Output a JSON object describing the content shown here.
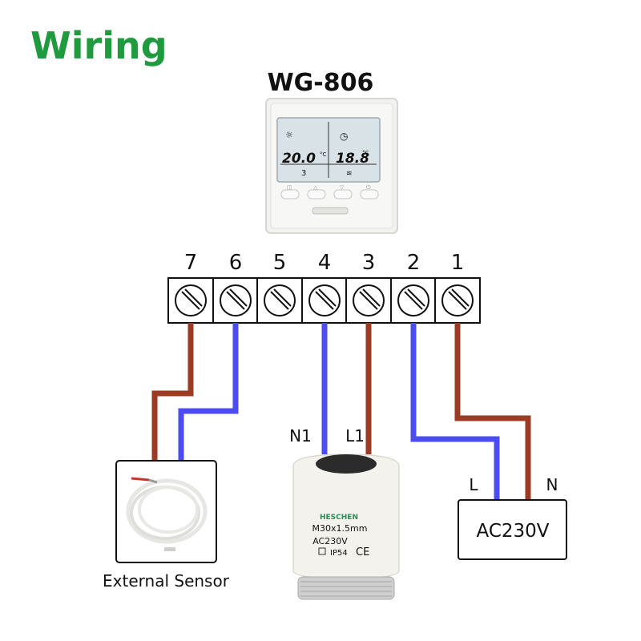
{
  "title": "Wiring",
  "model": "WG-806",
  "thermostat": {
    "left_temp": "20.0",
    "left_unit": "°C",
    "left_sub": "3",
    "right_temp": "18.8",
    "right_unit": "°C"
  },
  "terminals": [
    "7",
    "6",
    "5",
    "4",
    "3",
    "2",
    "1"
  ],
  "actuator": {
    "n_label": "N1",
    "l_label": "L1",
    "brand": "HESCHEN",
    "thread": "M30x1.5mm",
    "voltage": "AC230V",
    "rating": "IP54",
    "ce": "CE"
  },
  "power": {
    "l_label": "L",
    "n_label": "N",
    "box_label": "AC230V"
  },
  "sensor_caption": "External Sensor",
  "colors": {
    "title": "#1f9a3f",
    "brown_wire": "#9b3b24",
    "blue_wire": "#4b4cf2"
  }
}
